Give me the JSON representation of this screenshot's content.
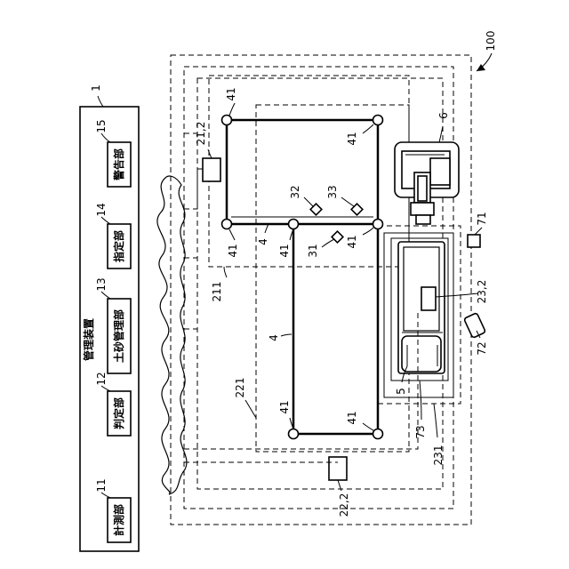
{
  "system_ref": "100",
  "management": {
    "ref": "1",
    "title": "管理装置",
    "units": [
      {
        "ref": "11",
        "label": "計測部"
      },
      {
        "ref": "12",
        "label": "判定部"
      },
      {
        "ref": "13",
        "label": "土砂管理部"
      },
      {
        "ref": "14",
        "label": "指定部"
      },
      {
        "ref": "15",
        "label": "警告部"
      }
    ]
  },
  "refs": {
    "device_21": "21,2",
    "device_22": "22,2",
    "device_23": "23,2",
    "region_211": "211",
    "region_221": "221",
    "region_231": "231",
    "rail": "4",
    "node": "41",
    "point_31": "31",
    "point_32": "32",
    "point_33": "33",
    "crane": "6",
    "vehicle": "5",
    "area_73": "73",
    "sensor_71": "71",
    "sensor_72": "72"
  }
}
